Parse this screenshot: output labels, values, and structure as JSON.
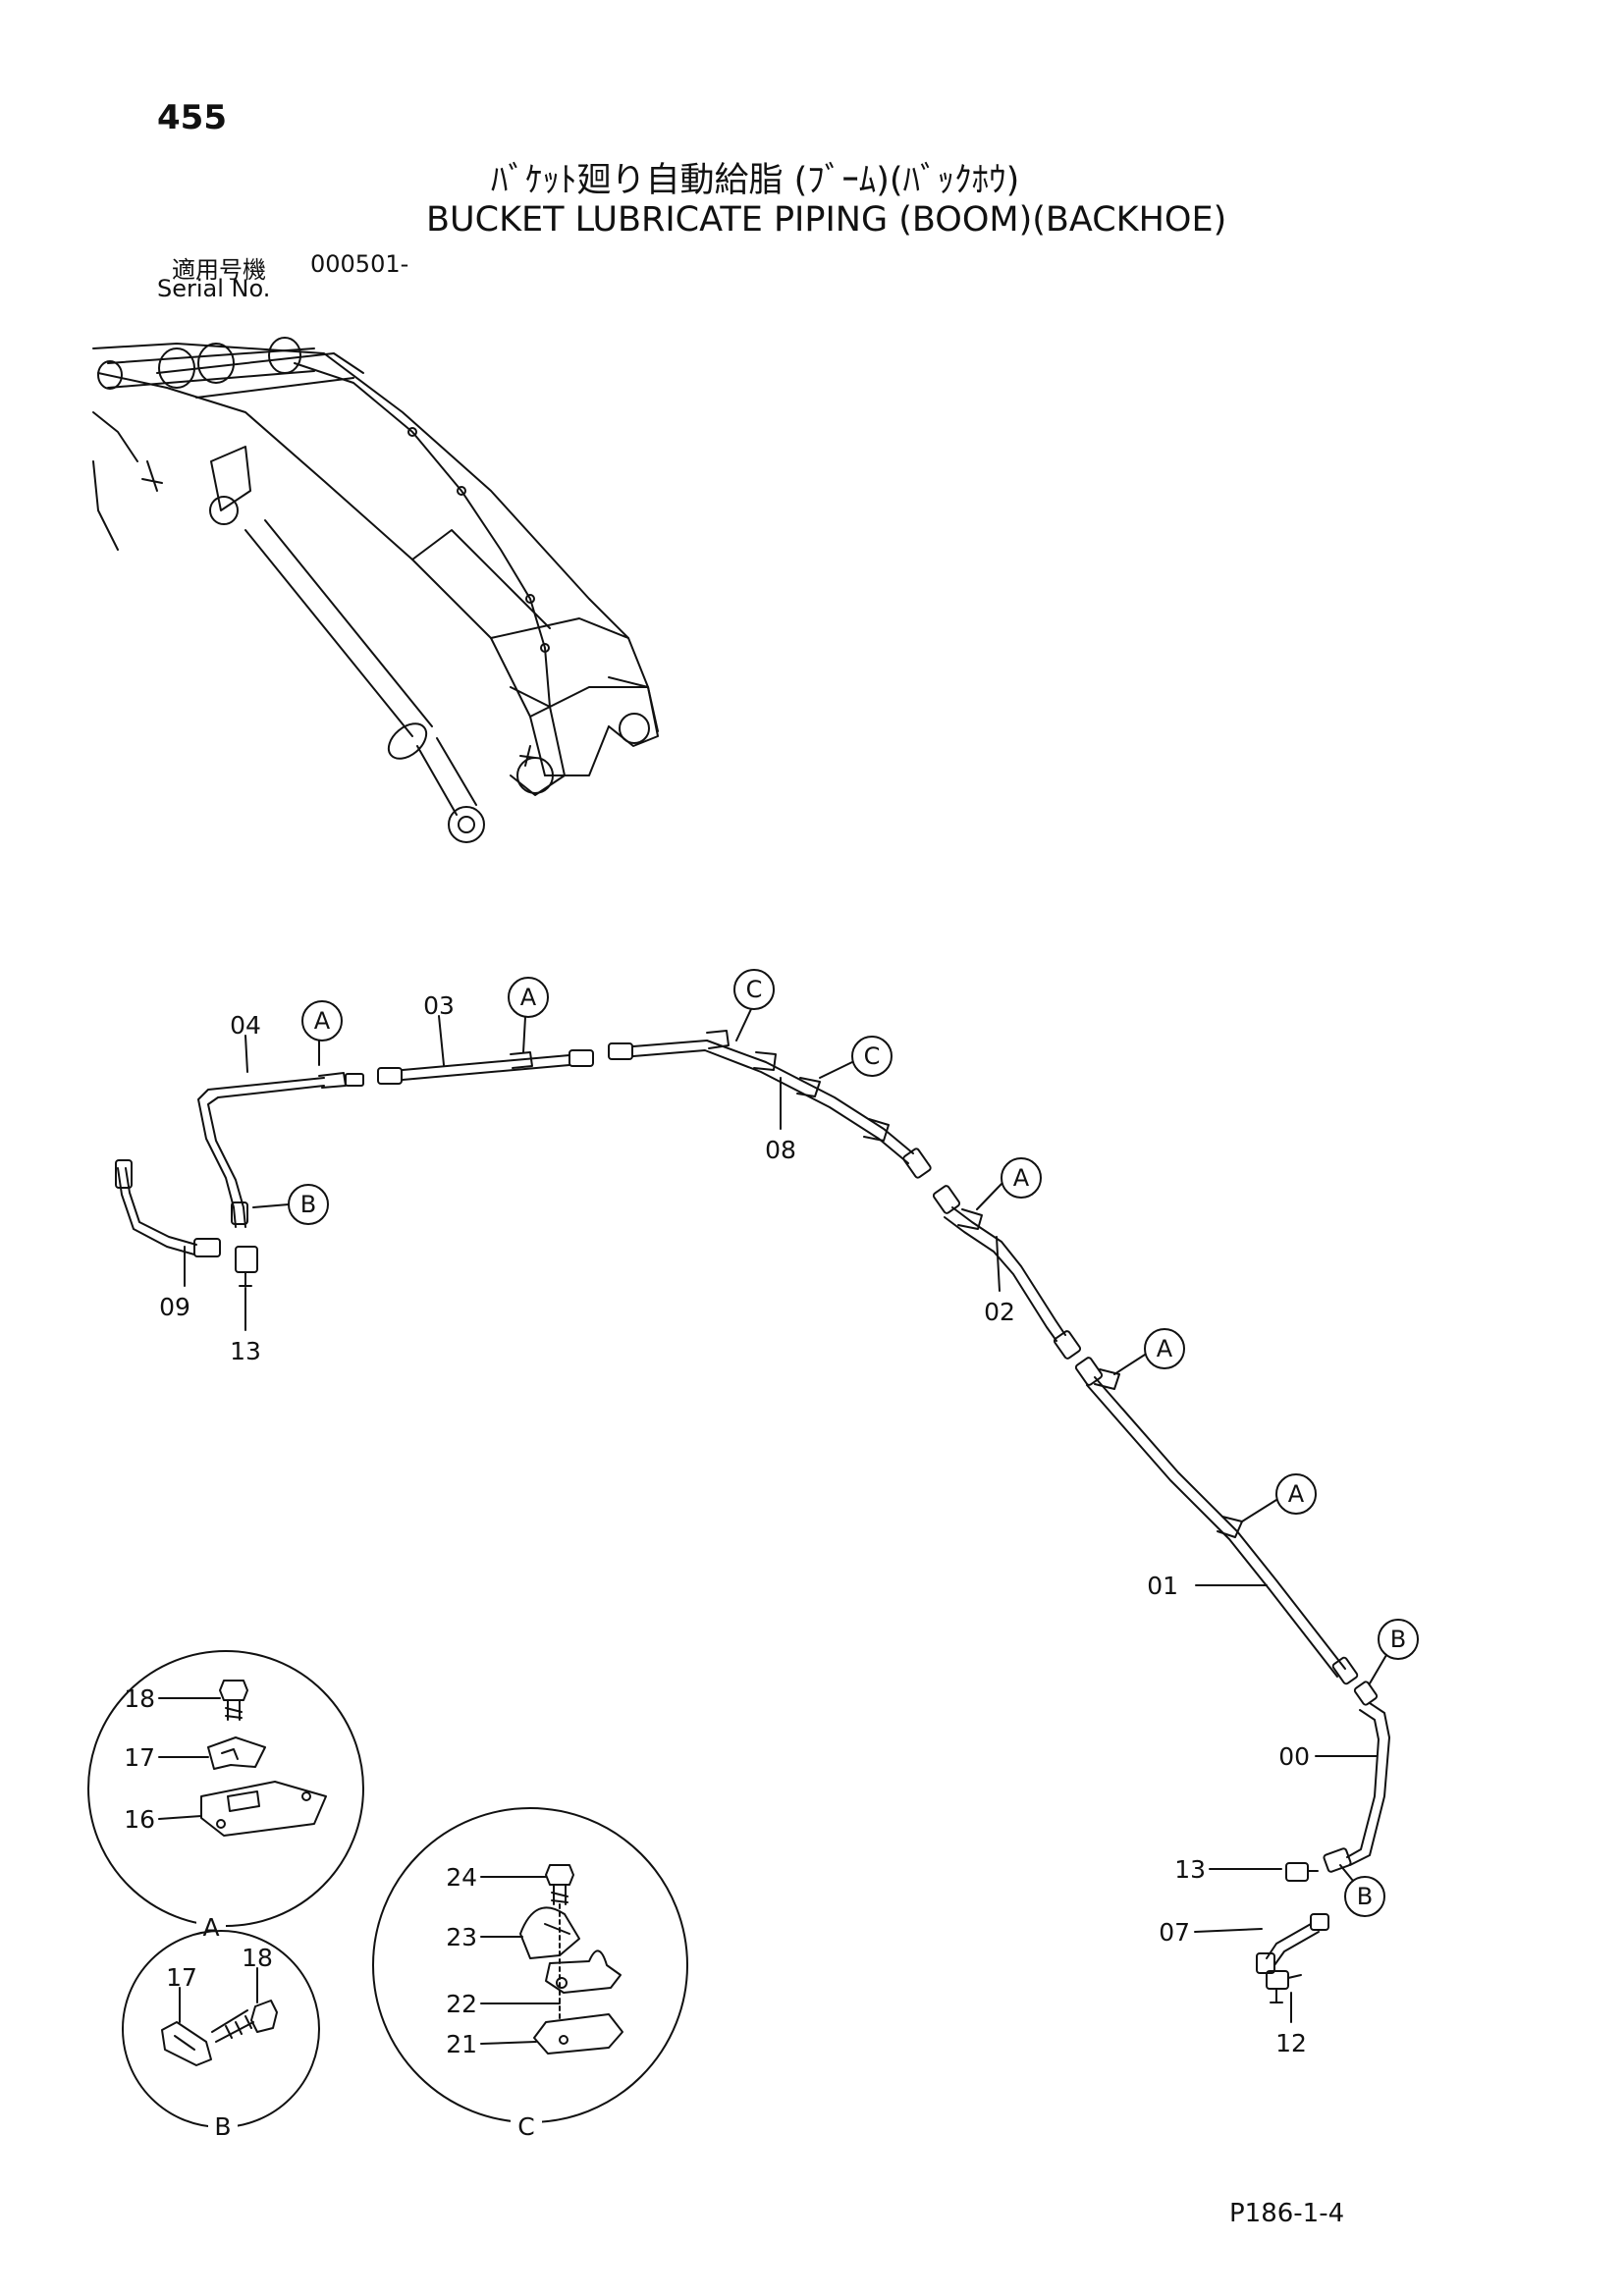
{
  "header": {
    "page_number": "455",
    "title_jp": "ﾊﾞｹｯﾄ廻り自動給脂 (ﾌﾞｰﾑ)(ﾊﾞｯｸﾎｳ)",
    "title_en": "BUCKET LUBRICATE PIPING (BOOM)(BACKHOE)",
    "serial_label_jp": "適用号機",
    "serial_value": "000501-",
    "serial_label_en": "Serial No."
  },
  "callouts": {
    "a1": "A",
    "a2": "A",
    "a3": "A",
    "a4": "A",
    "a5": "A",
    "b1": "B",
    "b2": "B",
    "b3": "B",
    "c1": "C",
    "c2": "C"
  },
  "parts": {
    "p04": "04",
    "p03": "03",
    "p08": "08",
    "p02": "02",
    "p01": "01",
    "p00": "00",
    "p09": "09",
    "p13a": "13",
    "p13b": "13",
    "p07": "07",
    "p12": "12"
  },
  "details": {
    "a": {
      "caption": "A",
      "p18": "18",
      "p17": "17",
      "p16": "16"
    },
    "b": {
      "caption": "B",
      "p17": "17",
      "p18": "18"
    },
    "c": {
      "caption": "C",
      "p24": "24",
      "p23": "23",
      "p22": "22",
      "p21": "21"
    }
  },
  "footer": {
    "figure_code": "P186-1-4"
  }
}
